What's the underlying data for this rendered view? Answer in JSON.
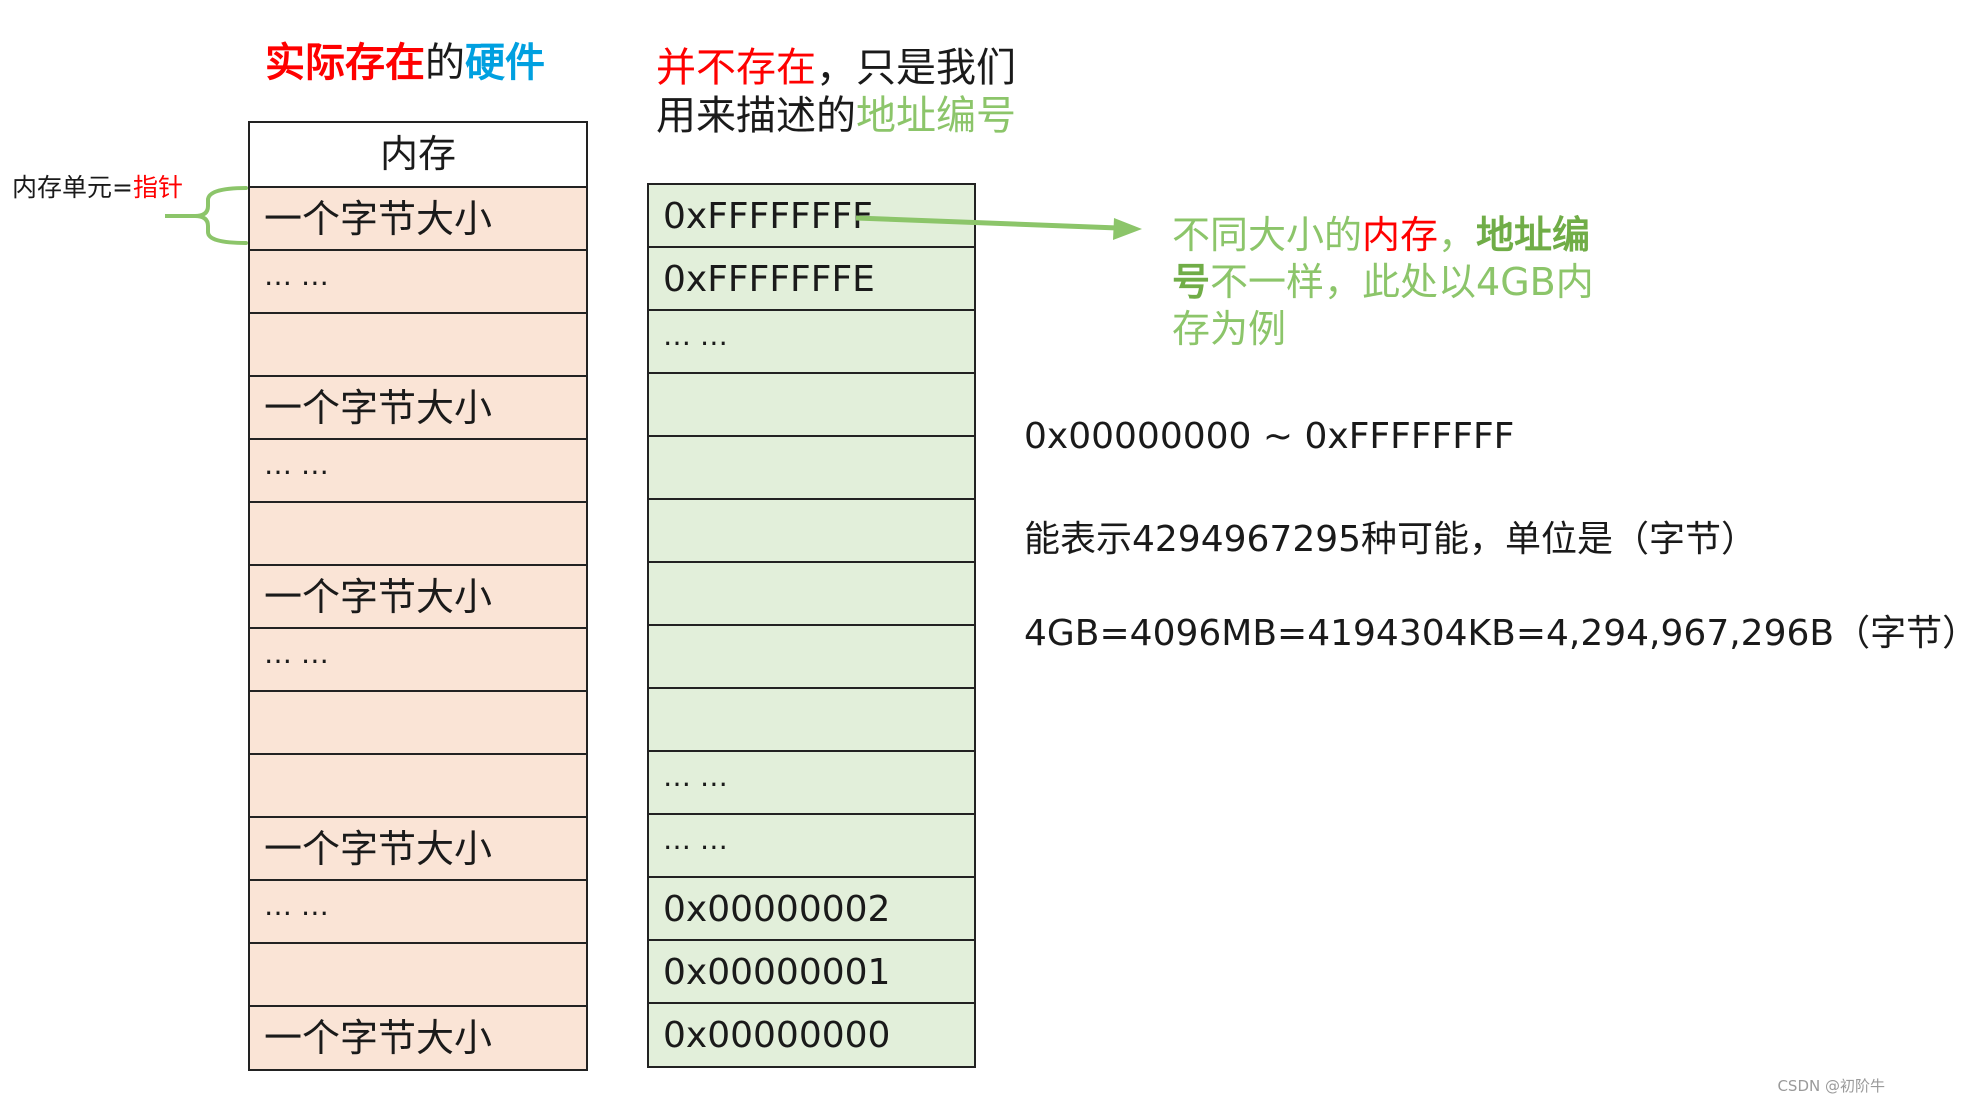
{
  "title_left": {
    "part1": "实际存在",
    "part2": "的",
    "part3": "硬件"
  },
  "title_right": {
    "part1": "并不存在",
    "part2": "，只是我们用来描述的",
    "part3": "地址编号"
  },
  "memory_unit_label": {
    "prefix": "内存单元=",
    "highlight": "指针"
  },
  "memory_column": {
    "header": "内存",
    "cells": [
      "一个字节大小",
      "… …",
      "",
      "一个字节大小",
      "… …",
      "",
      "一个字节大小",
      "… …",
      "",
      "",
      "一个字节大小",
      "… …",
      "",
      "一个字节大小"
    ]
  },
  "address_column": {
    "cells": [
      "0xFFFFFFFF",
      "0xFFFFFFFE",
      "… …",
      "",
      "",
      "",
      "",
      "",
      "",
      "… …",
      "… …",
      "0x00000002",
      "0x00000001",
      "0x00000000"
    ]
  },
  "note": {
    "part1": "不同大小的",
    "part2": "内存",
    "part3": "，",
    "part4": "地址编号",
    "part5": "不一样，此处以4GB内存为例"
  },
  "facts": {
    "range": "0x00000000 ~ 0xFFFFFFFF",
    "possibilities": "能表示4294967295种可能，单位是（字节）",
    "conversion": "4GB=4096MB=4194304KB=4,294,967,296B（字节）"
  },
  "watermark": "CSDN @初阶牛",
  "colors": {
    "red": "#ff0000",
    "blue": "#00a0e0",
    "green": "#8cc56a",
    "dark_green": "#70ad47",
    "memory_fill": "#fae4d6",
    "address_fill": "#e2efda"
  }
}
